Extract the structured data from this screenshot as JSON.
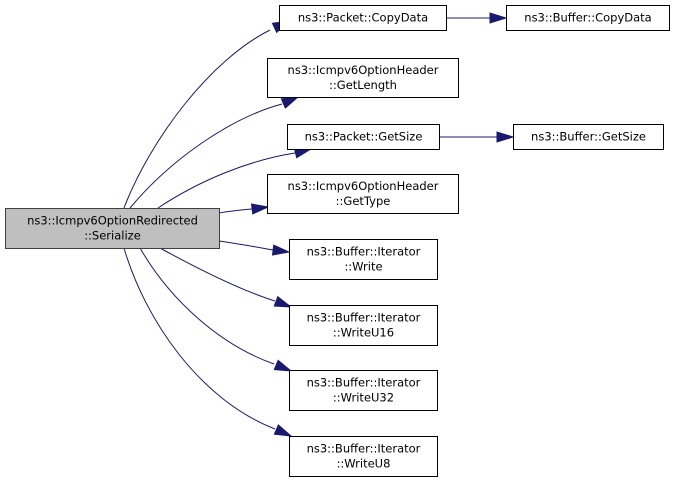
{
  "diagram": {
    "type": "call-graph",
    "colors": {
      "root_fill": "#bfbfbf",
      "node_fill": "#ffffff",
      "edge": "#191970"
    },
    "nodes": [
      {
        "id": "root",
        "lines": [
          "ns3::Icmpv6OptionRedirected",
          "::Serialize"
        ]
      },
      {
        "id": "packet_copydata",
        "lines": [
          "ns3::Packet::CopyData"
        ]
      },
      {
        "id": "buffer_copydata",
        "lines": [
          "ns3::Buffer::CopyData"
        ]
      },
      {
        "id": "header_getlength",
        "lines": [
          "ns3::Icmpv6OptionHeader",
          "::GetLength"
        ]
      },
      {
        "id": "packet_getsize",
        "lines": [
          "ns3::Packet::GetSize"
        ]
      },
      {
        "id": "buffer_getsize",
        "lines": [
          "ns3::Buffer::GetSize"
        ]
      },
      {
        "id": "header_gettype",
        "lines": [
          "ns3::Icmpv6OptionHeader",
          "::GetType"
        ]
      },
      {
        "id": "iter_write",
        "lines": [
          "ns3::Buffer::Iterator",
          "::Write"
        ]
      },
      {
        "id": "iter_writeu16",
        "lines": [
          "ns3::Buffer::Iterator",
          "::WriteU16"
        ]
      },
      {
        "id": "iter_writeu32",
        "lines": [
          "ns3::Buffer::Iterator",
          "::WriteU32"
        ]
      },
      {
        "id": "iter_writeu8",
        "lines": [
          "ns3::Buffer::Iterator",
          "::WriteU8"
        ]
      }
    ],
    "edges": [
      {
        "from": "root",
        "to": "packet_copydata"
      },
      {
        "from": "root",
        "to": "header_getlength"
      },
      {
        "from": "root",
        "to": "packet_getsize"
      },
      {
        "from": "root",
        "to": "header_gettype"
      },
      {
        "from": "root",
        "to": "iter_write"
      },
      {
        "from": "root",
        "to": "iter_writeu16"
      },
      {
        "from": "root",
        "to": "iter_writeu32"
      },
      {
        "from": "root",
        "to": "iter_writeu8"
      },
      {
        "from": "packet_copydata",
        "to": "buffer_copydata"
      },
      {
        "from": "packet_getsize",
        "to": "buffer_getsize"
      }
    ]
  }
}
